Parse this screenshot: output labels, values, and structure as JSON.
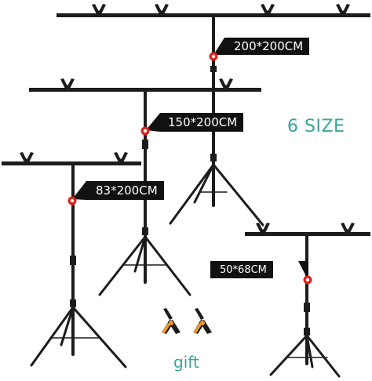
{
  "stands": [
    {
      "size_label": "200*200CM"
    },
    {
      "size_label": "150*200CM"
    },
    {
      "size_label": "83*200CM"
    },
    {
      "size_label": "50*68CM"
    }
  ],
  "size_count_label": "6 SIZE",
  "gift_label": "gift",
  "colors": {
    "frame": "#1c1c1c",
    "label_background": "#111111",
    "label_text": "#ffffff",
    "marker": "#e0201b",
    "accent_text": "#3aa39b",
    "clamp_orange": "#f29a1f"
  },
  "icons": [
    "spring-clamp-icon",
    "pivot-marker-icon"
  ]
}
